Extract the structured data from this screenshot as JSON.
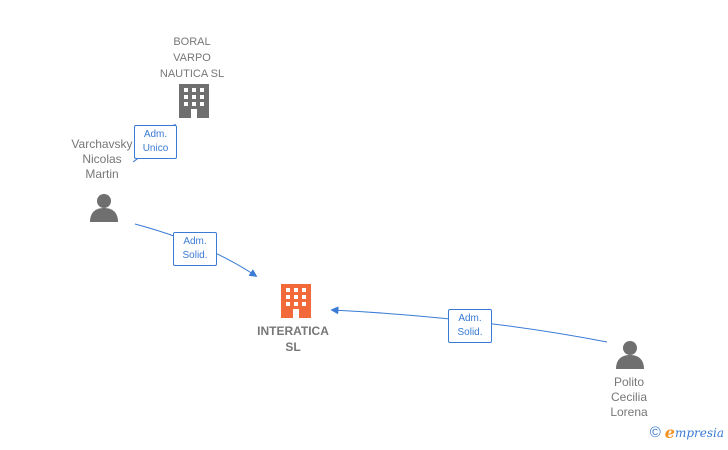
{
  "colors": {
    "edge": "#3a7bd5",
    "person": "#6f6f6f",
    "company": "#6f6f6f",
    "company_main": "#f26a3a",
    "label_text": "#777777"
  },
  "nodes": {
    "boral": {
      "lines": [
        "BORAL",
        "VARPO",
        "NAUTICA  SL"
      ],
      "icon": "building-icon"
    },
    "varchavsky": {
      "lines": [
        "Varchavsky",
        "Nicolas",
        "Martin"
      ],
      "icon": "person-icon"
    },
    "interatica": {
      "lines": [
        "INTERATICA",
        "SL"
      ],
      "icon": "building-icon"
    },
    "polito": {
      "lines": [
        "Polito",
        "Cecilia",
        "Lorena"
      ],
      "icon": "person-icon"
    }
  },
  "edges": {
    "adm_unico": {
      "lines": [
        "Adm.",
        "Unico"
      ]
    },
    "adm_solid_1": {
      "lines": [
        "Adm.",
        "Solid."
      ]
    },
    "adm_solid_2": {
      "lines": [
        "Adm.",
        "Solid."
      ]
    }
  },
  "brand": {
    "copyright": "©",
    "initial": "e",
    "rest": "mpresia"
  }
}
